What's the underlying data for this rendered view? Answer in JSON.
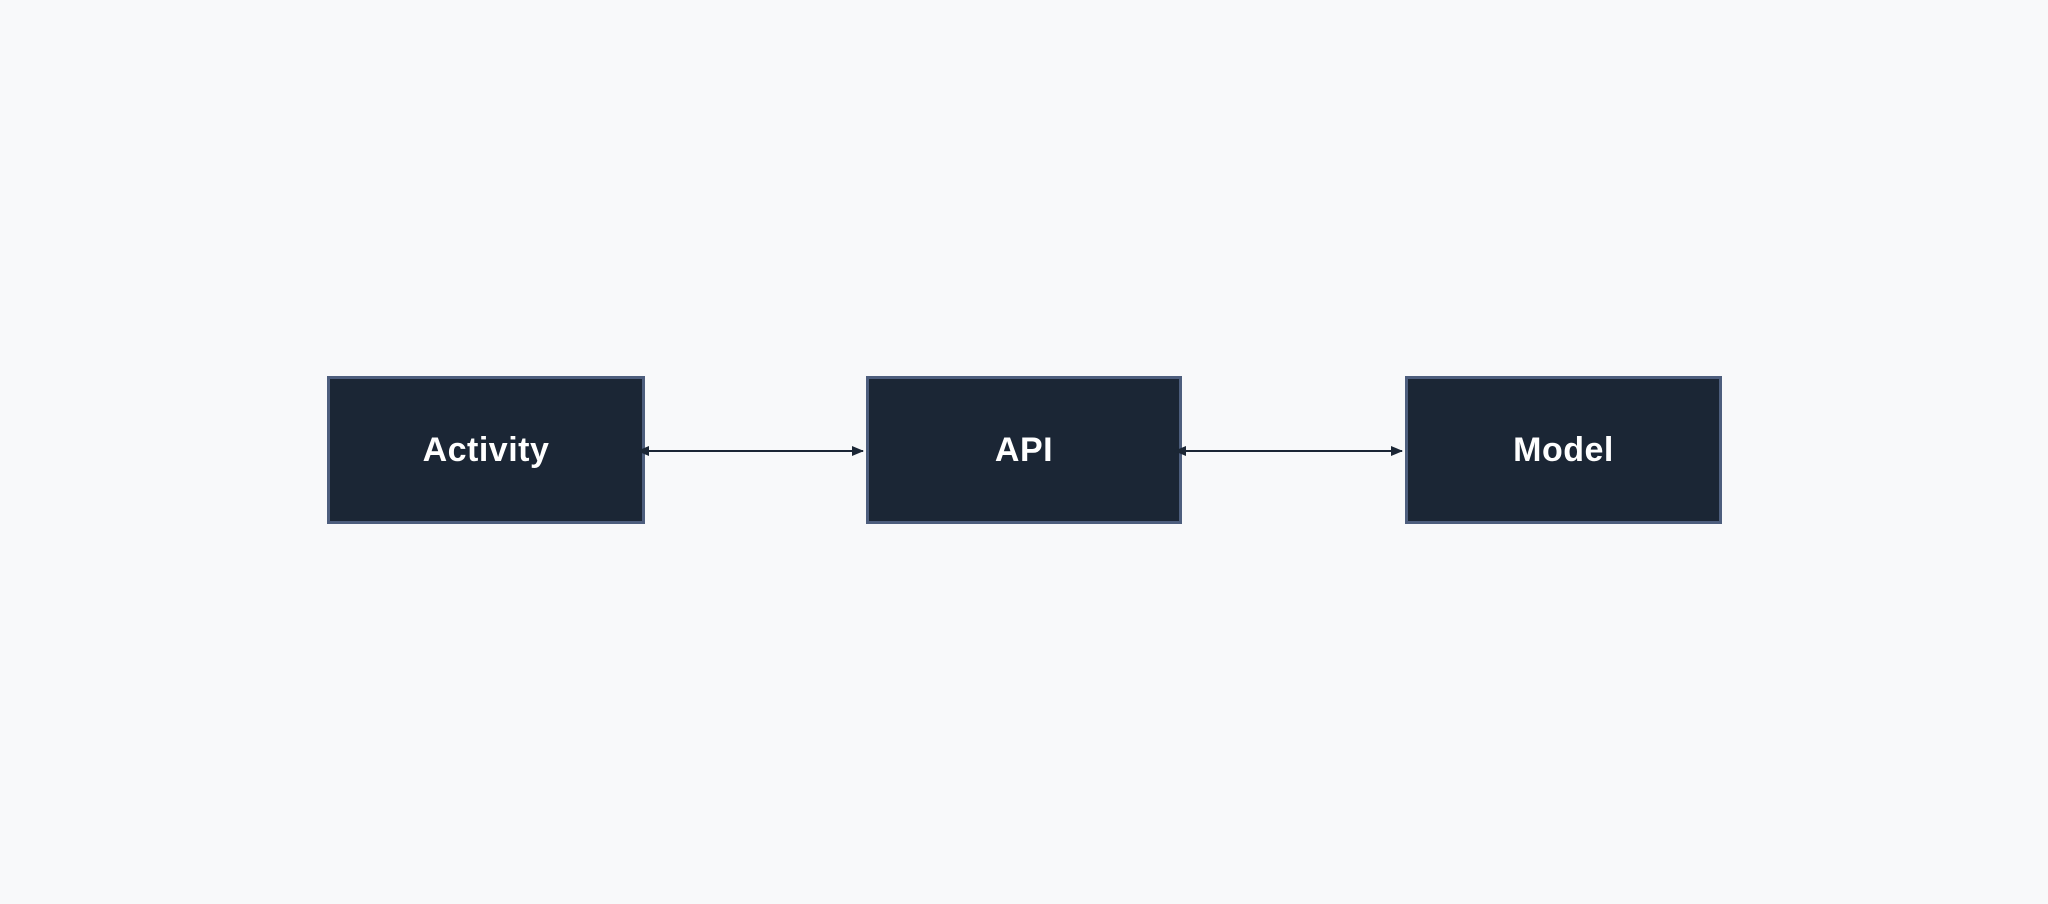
{
  "diagram": {
    "nodes": [
      {
        "id": "activity",
        "label": "Activity"
      },
      {
        "id": "api",
        "label": "API"
      },
      {
        "id": "model",
        "label": "Model"
      }
    ],
    "edges": [
      {
        "from": "activity",
        "to": "api",
        "direction": "bidirectional"
      },
      {
        "from": "api",
        "to": "model",
        "direction": "bidirectional"
      }
    ],
    "colors": {
      "background": "#f8f9fa",
      "node_fill": "#1b2635",
      "node_border": "#4d5e7d",
      "node_text": "#ffffff",
      "arrow": "#1b2635"
    }
  }
}
